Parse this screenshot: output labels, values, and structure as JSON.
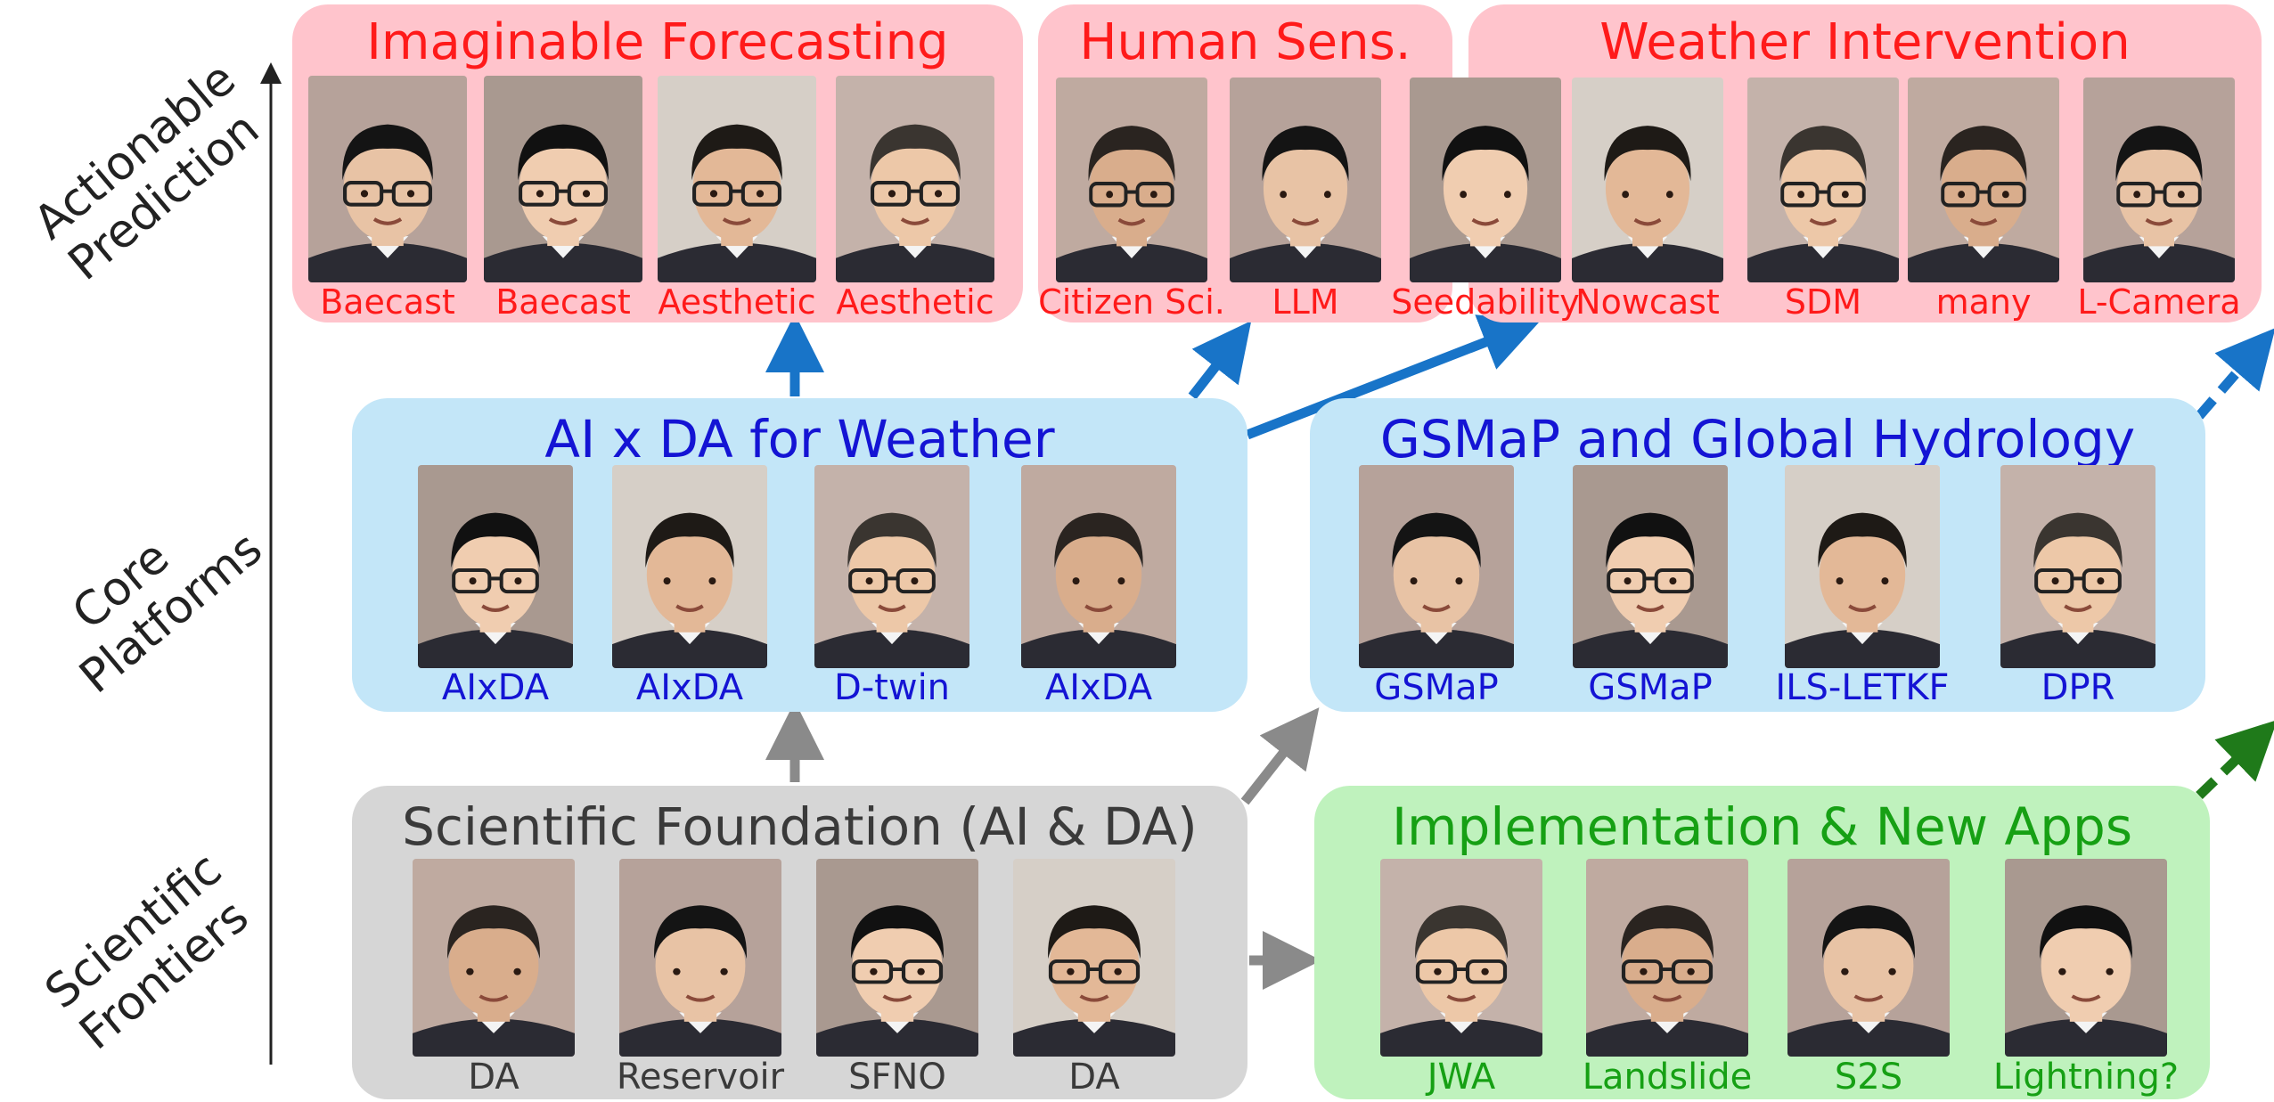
{
  "side_labels": {
    "top": "Actionable\nPrediction",
    "middle": "Core\nPlatforms",
    "bottom": "Scientific\nFrontiers"
  },
  "colors": {
    "red_text": "#ff1a1a",
    "blue_text": "#1414d4",
    "grey_text": "#3a3a3a",
    "green_text": "#16a014",
    "arrow_blue": "#1874c8",
    "arrow_grey": "#8a8a8a",
    "arrow_green": "#1f7a1a"
  },
  "groups": {
    "imaginable": {
      "title": "Imaginable Forecasting",
      "people": [
        {
          "label": "Baecast",
          "icon": "person-glasses-icon"
        },
        {
          "label": "Baecast",
          "icon": "person-glasses-icon"
        },
        {
          "label": "Aesthetic",
          "icon": "person-glasses-icon"
        },
        {
          "label": "Aesthetic",
          "icon": "person-glasses-icon"
        }
      ]
    },
    "human_sens": {
      "title": "Human Sens.",
      "people": [
        {
          "label": "Citizen Sci.",
          "icon": "person-glasses-icon"
        },
        {
          "label": "LLM",
          "icon": "person-icon"
        }
      ]
    },
    "weather_intervention": {
      "title": "Weather Intervention",
      "people": [
        {
          "label": "Seedability",
          "icon": "person-icon"
        },
        {
          "label": "Nowcast",
          "icon": "person-icon"
        },
        {
          "label": "SDM",
          "icon": "person-glasses-icon"
        },
        {
          "label": "many",
          "icon": "person-glasses-icon"
        },
        {
          "label": "L-Camera",
          "icon": "person-glasses-icon"
        }
      ]
    },
    "ai_da": {
      "title": "AI x DA for Weather",
      "people": [
        {
          "label": "AIxDA",
          "icon": "person-glasses-icon"
        },
        {
          "label": "AIxDA",
          "icon": "person-icon"
        },
        {
          "label": "D-twin",
          "icon": "person-glasses-icon"
        },
        {
          "label": "AIxDA",
          "icon": "person-icon"
        }
      ]
    },
    "gsmap": {
      "title": "GSMaP and Global Hydrology",
      "people": [
        {
          "label": "GSMaP",
          "icon": "person-icon"
        },
        {
          "label": "GSMaP",
          "icon": "person-glasses-icon"
        },
        {
          "label": "ILS-LETKF",
          "icon": "person-icon"
        },
        {
          "label": "DPR",
          "icon": "person-glasses-icon"
        }
      ]
    },
    "scientific": {
      "title": "Scientific Foundation (AI & DA)",
      "people": [
        {
          "label": "DA",
          "icon": "person-icon"
        },
        {
          "label": "Reservoir",
          "icon": "person-icon"
        },
        {
          "label": "SFNO",
          "icon": "person-glasses-icon"
        },
        {
          "label": "DA",
          "icon": "person-glasses-icon"
        }
      ]
    },
    "implementation": {
      "title": "Implementation & New Apps",
      "people": [
        {
          "label": "JWA",
          "icon": "person-glasses-icon"
        },
        {
          "label": "Landslide",
          "icon": "person-glasses-icon"
        },
        {
          "label": "S2S",
          "icon": "person-icon"
        },
        {
          "label": "Lightning?",
          "icon": "person-icon"
        }
      ]
    }
  }
}
